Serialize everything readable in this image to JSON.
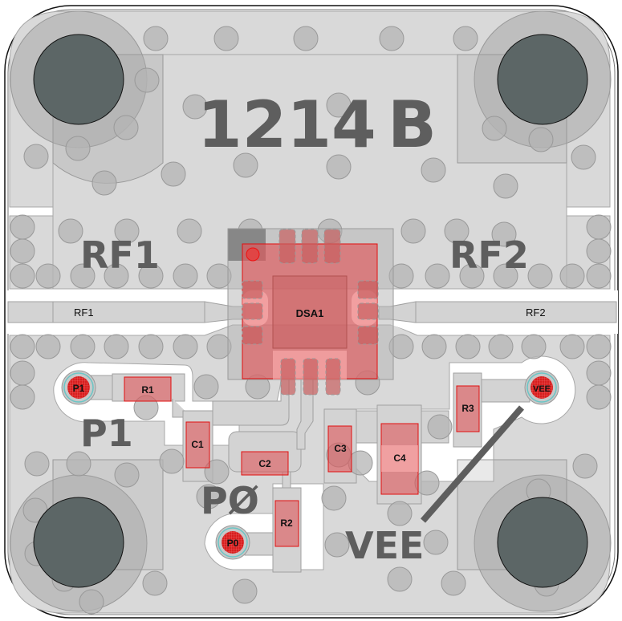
{
  "board": {
    "title_marking": "1214 B",
    "title_parts": [
      "1214",
      "B"
    ],
    "colors": {
      "background": "#ffffff",
      "ground_plane": "#d9d9d9",
      "via": "#bdbdbd",
      "mount_hole": "#5c6666",
      "component_highlight": "#e0575a",
      "silkscreen": "#5e5e5e",
      "probe_pad": "#d81e1e",
      "probe_ring": "#6ac6c6"
    }
  },
  "silkscreen_labels": {
    "rf1": "RF1",
    "rf2": "RF2",
    "p1": "P1",
    "p0": "PØ",
    "vee": "VEE"
  },
  "net_labels": {
    "rf1": "RF1",
    "rf2": "RF2"
  },
  "components": [
    {
      "ref": "DSA1",
      "type": "ic"
    },
    {
      "ref": "R1",
      "type": "resistor"
    },
    {
      "ref": "R2",
      "type": "resistor"
    },
    {
      "ref": "R3",
      "type": "resistor"
    },
    {
      "ref": "C1",
      "type": "capacitor"
    },
    {
      "ref": "C2",
      "type": "capacitor"
    },
    {
      "ref": "C3",
      "type": "capacitor"
    },
    {
      "ref": "C4",
      "type": "capacitor"
    }
  ],
  "test_points": [
    {
      "label": "P1"
    },
    {
      "label": "P0"
    },
    {
      "label": "VEE"
    }
  ],
  "mount_holes": [
    {
      "name": "top-left"
    },
    {
      "name": "top-right"
    },
    {
      "name": "bottom-left"
    },
    {
      "name": "bottom-right"
    }
  ]
}
